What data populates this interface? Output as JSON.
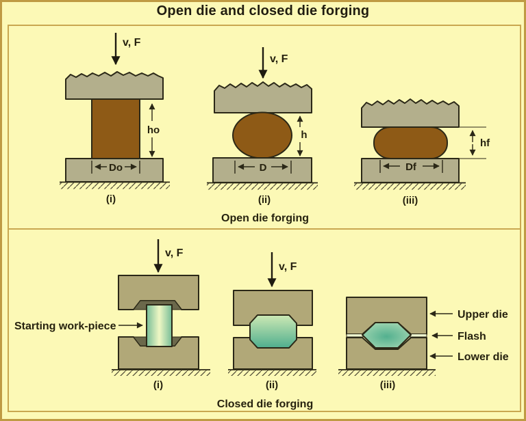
{
  "title": "Open die and closed die forging",
  "colors": {
    "background": "#fcf9b6",
    "frame": "#bf9a43",
    "panel_border": "#c9a750",
    "die_open": "#b3af8c",
    "die_closed": "#b1a878",
    "workpiece_brown": "#8e5a16",
    "workpiece_teal": "#76bd97",
    "workpiece_teal_light": "#eff7c4",
    "workpiece_green_light": "#cde9b4",
    "workpiece_green_dark": "#4fae8e",
    "workpiece_green_mid": "#53b08f",
    "workpiece_green_edge": "#a8d9b4",
    "flash_fill": "#edf5cf",
    "notch_dark": "#6b684b",
    "outline": "#2b2817",
    "text": "#26220f"
  },
  "open_die": {
    "caption": "Open die forging",
    "force_label": "v, F",
    "stages": [
      {
        "label": "(i)",
        "height_label": "ho",
        "width_label": "Do"
      },
      {
        "label": "(ii)",
        "height_label": "h",
        "width_label": "D"
      },
      {
        "label": "(iii)",
        "height_label": "hf",
        "width_label": "Df"
      }
    ]
  },
  "closed_die": {
    "caption": "Closed die forging",
    "force_label": "v, F",
    "workpiece_label": "Starting work-piece",
    "annotations": [
      {
        "label": "Upper die"
      },
      {
        "label": "Flash"
      },
      {
        "label": "Lower die"
      }
    ],
    "stages": [
      {
        "label": "(i)"
      },
      {
        "label": "(ii)"
      },
      {
        "label": "(iii)"
      }
    ]
  }
}
